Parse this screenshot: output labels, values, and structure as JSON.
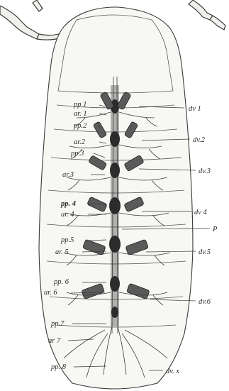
{
  "labels_left": [
    {
      "id": "pp1",
      "text": "pp 1",
      "bold": false
    },
    {
      "id": "ar1",
      "text": "ar. 1",
      "bold": false
    },
    {
      "id": "pp2",
      "text": "pp.2",
      "bold": false
    },
    {
      "id": "ar2",
      "text": "ar.2",
      "bold": false
    },
    {
      "id": "pp3",
      "text": "pp.3",
      "bold": false
    },
    {
      "id": "ar3",
      "text": "ar.3",
      "bold": false
    },
    {
      "id": "pp4",
      "text": "pp. 4",
      "bold": true
    },
    {
      "id": "ar4",
      "text": "ar. 4",
      "bold": false
    },
    {
      "id": "pp5",
      "text": "pp.5",
      "bold": false
    },
    {
      "id": "ar5",
      "text": "ar. 5",
      "bold": false
    },
    {
      "id": "pp6",
      "text": "pp. 6",
      "bold": false
    },
    {
      "id": "ar6",
      "text": "ar. 6",
      "bold": false
    },
    {
      "id": "pp7",
      "text": "pp.7",
      "bold": false
    },
    {
      "id": "ar7",
      "text": "ar 7",
      "bold": false
    },
    {
      "id": "pp8",
      "text": "pp. 8",
      "bold": false
    }
  ],
  "labels_right": [
    {
      "id": "dv1",
      "text": "dv 1"
    },
    {
      "id": "dv2",
      "text": "dv.2"
    },
    {
      "id": "dv3",
      "text": "dv.3"
    },
    {
      "id": "dv4",
      "text": "dv 4"
    },
    {
      "id": "P",
      "text": "P"
    },
    {
      "id": "dv5",
      "text": "dv.5"
    },
    {
      "id": "dv6",
      "text": "dv.6"
    },
    {
      "id": "dvx",
      "text": "dv. x"
    }
  ]
}
